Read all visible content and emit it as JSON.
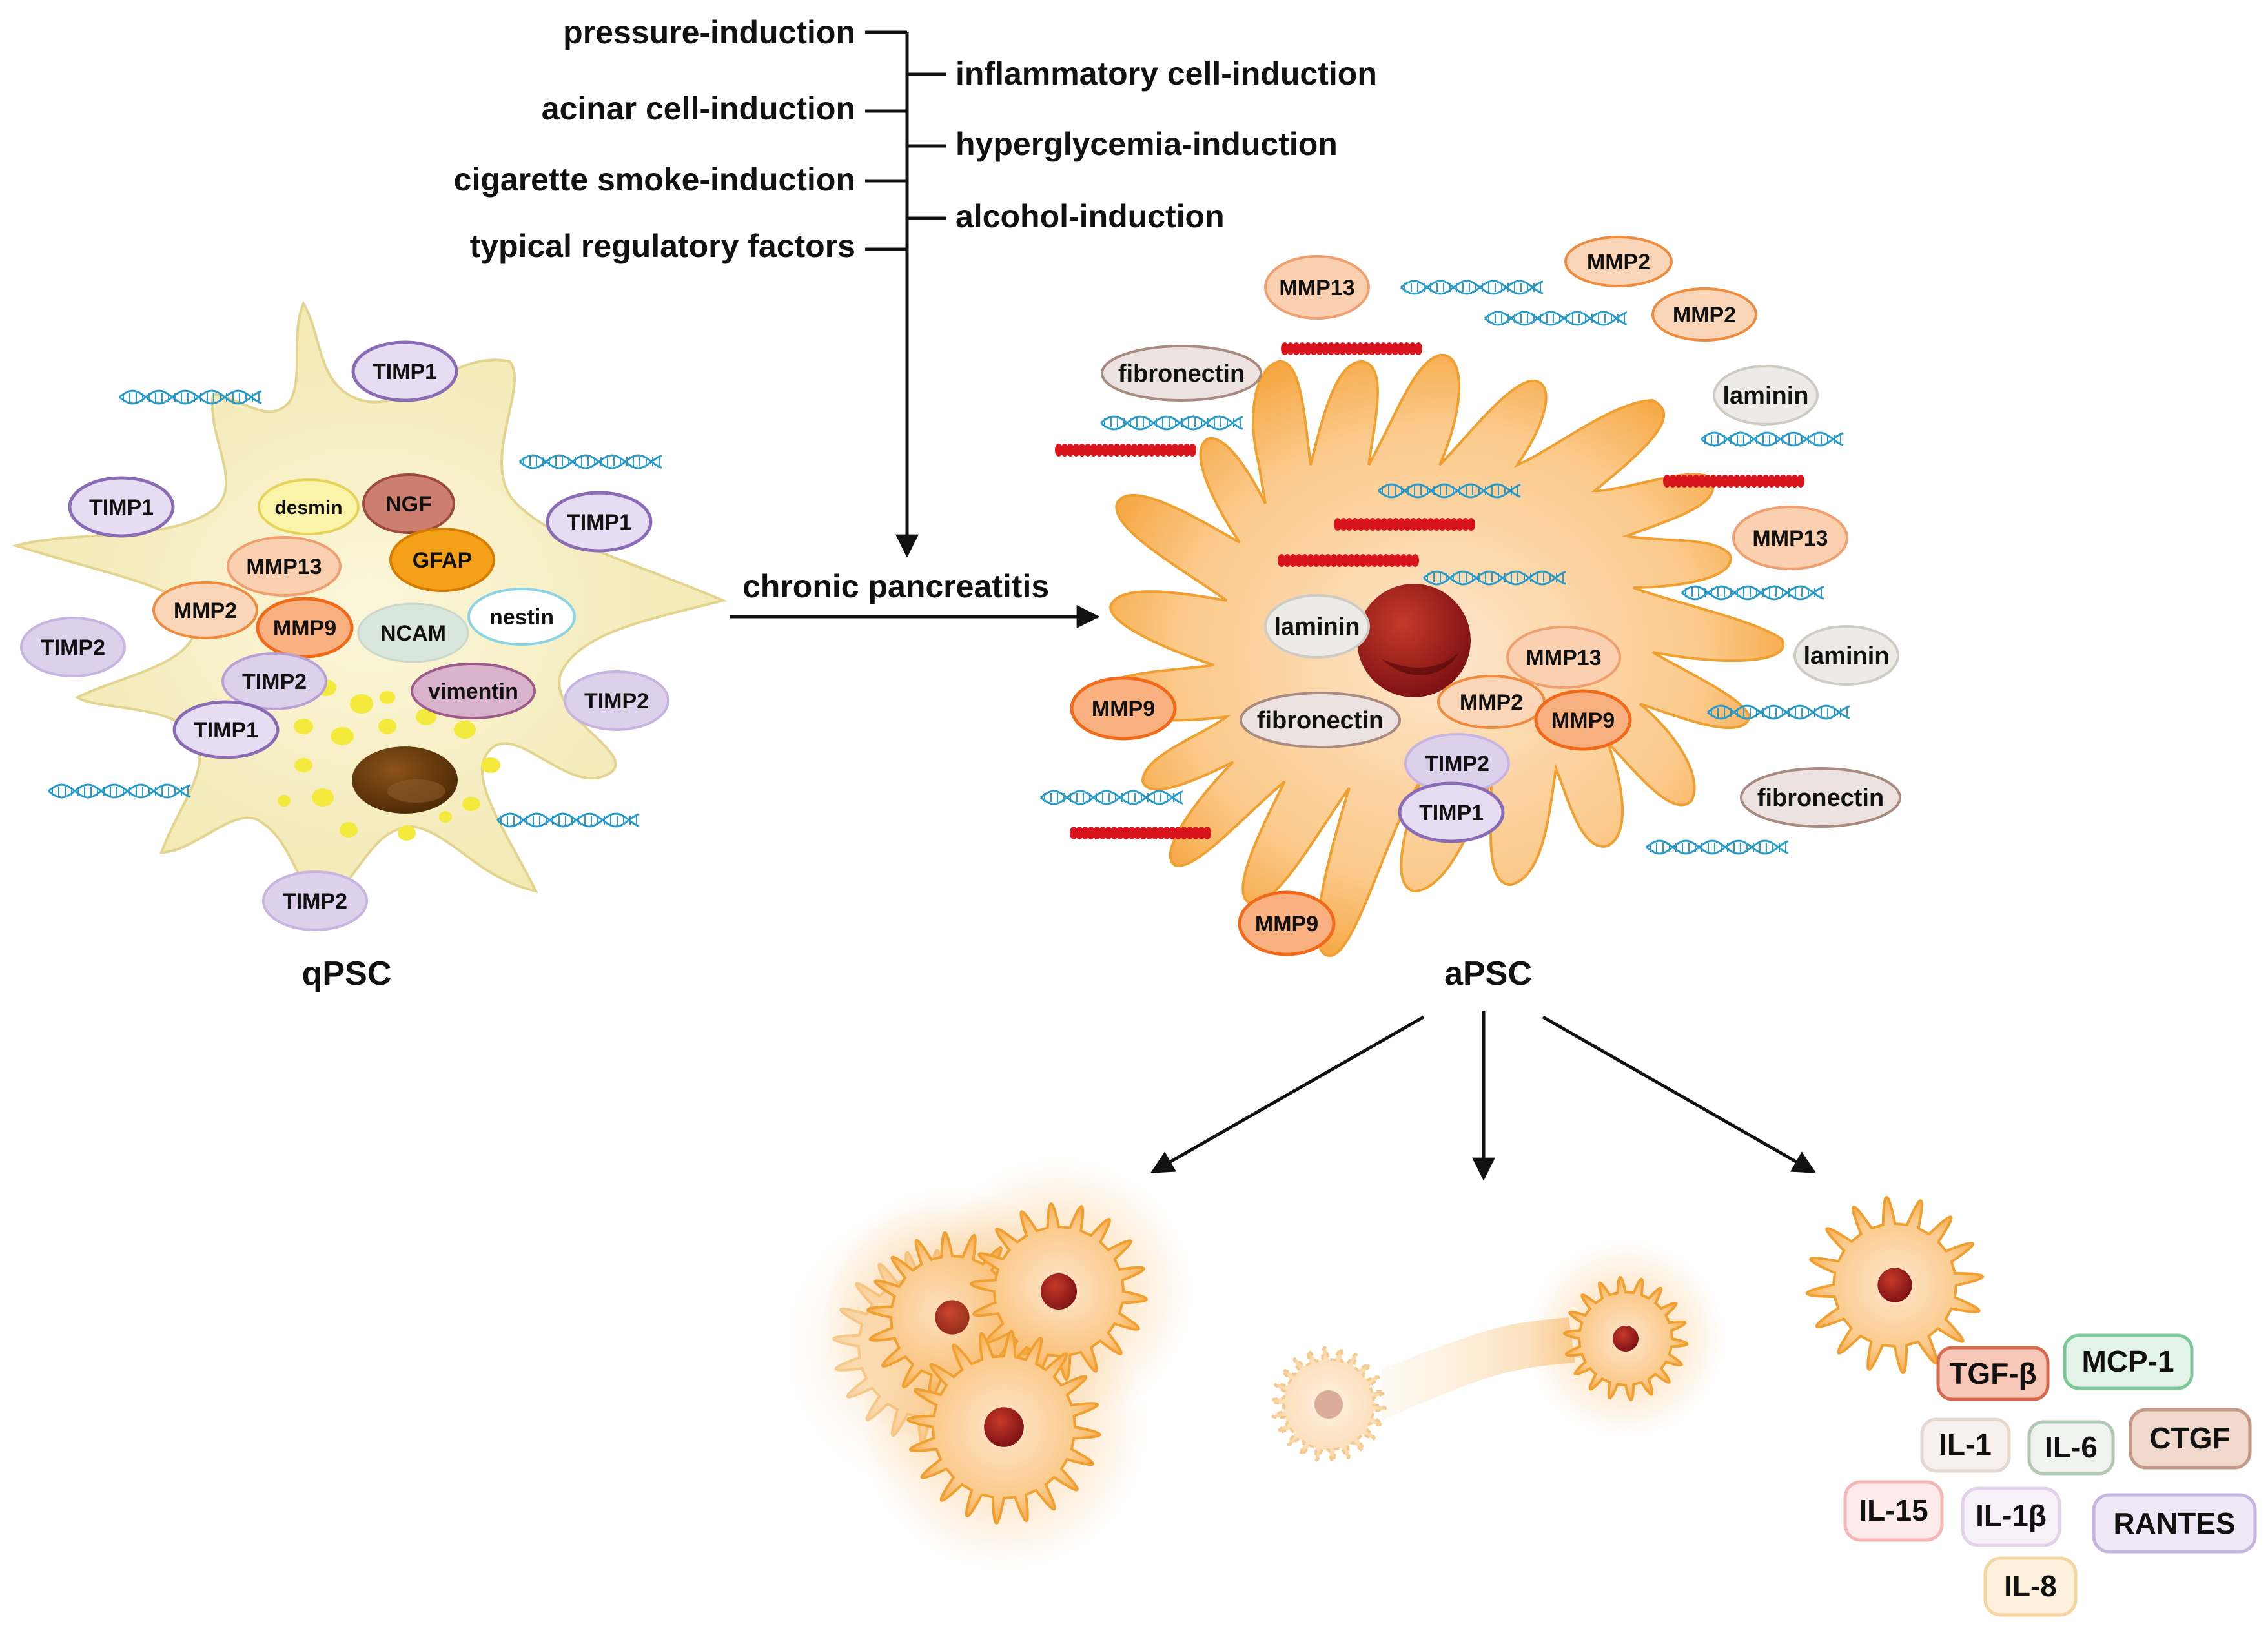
{
  "factors_left": [
    "pressure-induction",
    "acinar cell-induction",
    "cigarette smoke-induction",
    "typical regulatory factors"
  ],
  "factors_right": [
    "inflammatory cell-induction",
    "hyperglycemia-induction",
    "alcohol-induction"
  ],
  "center_label": "chronic pancreatitis",
  "qpsc": {
    "name": "qPSC",
    "markers": {
      "desmin": "desmin",
      "ngf": "NGF",
      "gfap": "GFAP",
      "mmp13": "MMP13",
      "mmp2": "MMP2",
      "mmp9": "MMP9",
      "ncam": "NCAM",
      "nestin": "nestin",
      "vimentin": "vimentin",
      "timp2_inner": "TIMP2",
      "timp1_inner": "TIMP1"
    },
    "outside": {
      "timp1_top": "TIMP1",
      "timp1_left": "TIMP1",
      "timp1_right": "TIMP1",
      "timp2_left": "TIMP2",
      "timp2_right": "TIMP2",
      "timp2_bottom": "TIMP2"
    }
  },
  "apsc": {
    "name": "aPSC",
    "labels": {
      "mmp13_top": "MMP13",
      "mmp2_top1": "MMP2",
      "mmp2_top2": "MMP2",
      "fibronectin_top": "fibronectin",
      "laminin_top": "laminin",
      "mmp13_right": "MMP13",
      "laminin_right": "laminin",
      "laminin_inner": "laminin",
      "mmp13_inner": "MMP13",
      "mmp9_left": "MMP9",
      "fibronectin_inner": "fibronectin",
      "mmp2_inner": "MMP2",
      "mmp9_inner": "MMP9",
      "timp2_inner": "TIMP2",
      "timp1_inner": "TIMP1",
      "fibronectin_right": "fibronectin",
      "mmp9_bottom": "MMP9"
    }
  },
  "cytokines": {
    "tgfb": "TGF-β",
    "mcp1": "MCP-1",
    "il1": "IL-1",
    "il6": "IL-6",
    "ctgf": "CTGF",
    "il15": "IL-15",
    "il1b": "IL-1β",
    "rantes": "RANTES",
    "il8": "IL-8"
  },
  "colors": {
    "qpsc_body": "#f7f0c4",
    "apsc_body": "#fbbd63",
    "nucleus_q": "#6b3a0c",
    "nucleus_a": "#8e1a1a",
    "timp": "#8a6bb5",
    "mmp": "#f08a3c",
    "dna": "#2a9bc8",
    "collagen": "#d8141c"
  },
  "icons": [
    "dna-helix-icon",
    "collagen-fiber-icon",
    "arrow-icon"
  ]
}
